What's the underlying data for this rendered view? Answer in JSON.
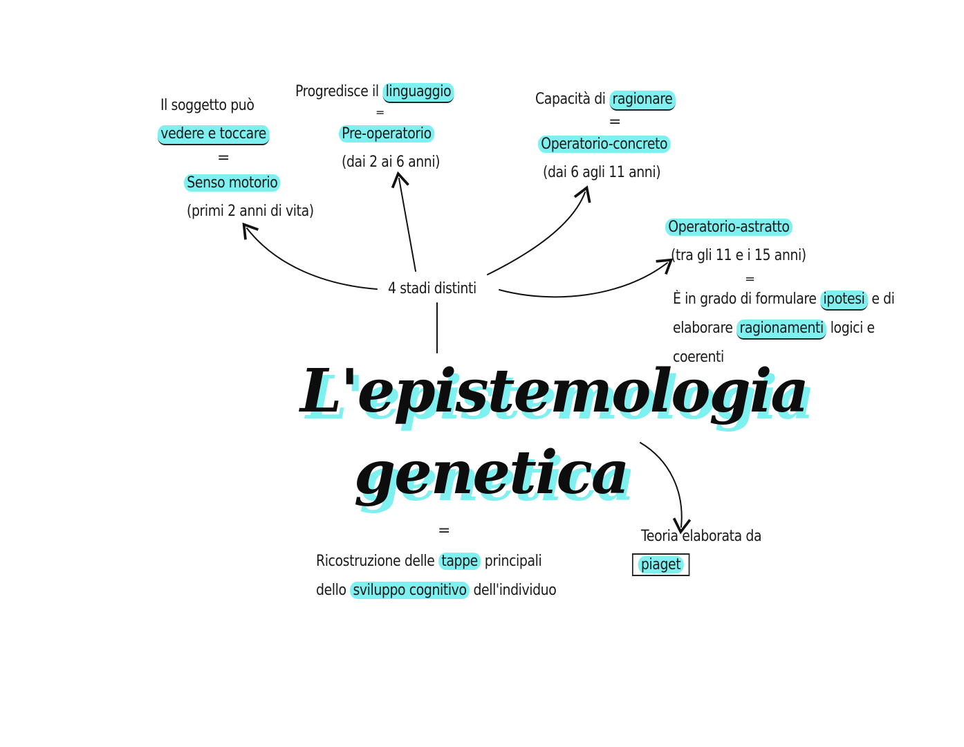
{
  "title": {
    "line1": "L'epistemologia",
    "line2": "genetica"
  },
  "center": {
    "label": "4 stadi distinti"
  },
  "equals_sign": "=",
  "stages": {
    "senso_motorio": {
      "note_line1": "Il soggetto può",
      "note_line2": "vedere e toccare",
      "name": "Senso motorio",
      "age": "(primi 2 anni di vita)"
    },
    "pre_operatorio": {
      "note_prefix": "Progredisce il ",
      "note_highlight": "linguaggio",
      "name": "Pre-operatorio",
      "age": "(dai 2 ai 6 anni)"
    },
    "operatorio_concreto": {
      "note_prefix": "Capacità di ",
      "note_highlight": "ragionare",
      "name": "Operatorio-concreto",
      "age": "(dai 6 agli 11 anni)"
    },
    "operatorio_astratto": {
      "name": "Operatorio-astratto",
      "age": "(tra gli 11 e i 15 anni)",
      "desc_line1_prefix": "È in grado di formulare ",
      "desc_line1_highlight": "ipotesi",
      "desc_line1_suffix": " e di",
      "desc_line2_prefix": "elaborare ",
      "desc_line2_highlight": "ragionamenti",
      "desc_line2_suffix": " logici e",
      "desc_line3": "coerenti"
    }
  },
  "definition": {
    "line1_prefix": "Ricostruzione delle ",
    "line1_highlight": "tappe",
    "line1_suffix": " principali",
    "line2_prefix": "dello ",
    "line2_highlight": "sviluppo cognitivo",
    "line2_suffix": " dell'individuo"
  },
  "author": {
    "label": "Teoria elaborata da",
    "name": "piaget"
  },
  "colors": {
    "highlight": "#7ef0ef",
    "ink": "#1a1a1a"
  }
}
